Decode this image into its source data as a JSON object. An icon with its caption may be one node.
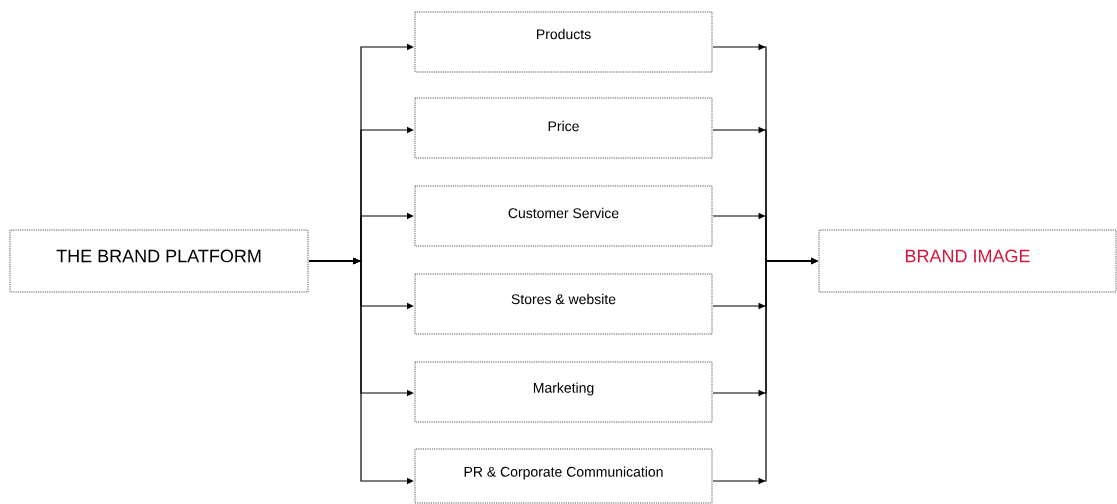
{
  "diagram": {
    "nodes": [
      {
        "text": [
          "THE BRAND PLATFORM"
        ]
      },
      {
        "text": [
          "Products"
        ]
      },
      {
        "text": [
          "Price"
        ]
      },
      {
        "text": [
          "Customer Service"
        ]
      },
      {
        "text": [
          "Stores & website"
        ]
      },
      {
        "text": [
          "Marketing"
        ]
      },
      {
        "text": [
          "PR & Corporate Communication"
        ]
      },
      {
        "text": [
          "BRAND IMAGE"
        ]
      }
    ],
    "edges": [
      {
        "from": 0,
        "to": 1,
        "arrow": "to"
      },
      {
        "from": 0,
        "to": 2,
        "arrow": "to"
      },
      {
        "from": 0,
        "to": 3,
        "arrow": "to"
      },
      {
        "from": 0,
        "to": 4,
        "arrow": "to"
      },
      {
        "from": 0,
        "to": 5,
        "arrow": "to"
      },
      {
        "from": 0,
        "to": 6,
        "arrow": "to"
      },
      {
        "from": 1,
        "to": 7,
        "arrow": "to"
      },
      {
        "from": 2,
        "to": 7,
        "arrow": "to"
      },
      {
        "from": 3,
        "to": 7,
        "arrow": "to"
      },
      {
        "from": 4,
        "to": 7,
        "arrow": "to"
      },
      {
        "from": 5,
        "to": 7,
        "arrow": "to"
      },
      {
        "from": 6,
        "to": 7,
        "arrow": "to"
      }
    ]
  }
}
